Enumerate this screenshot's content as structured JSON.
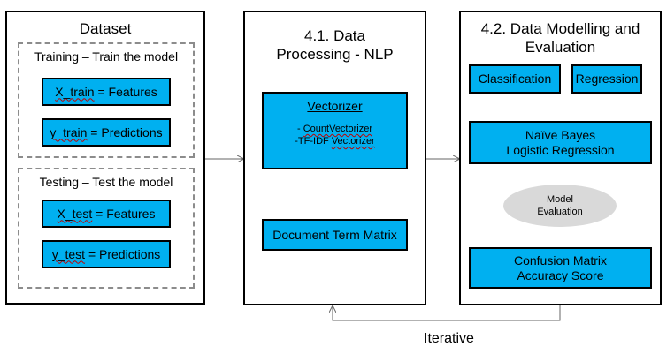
{
  "dataset": {
    "title": "Dataset",
    "training": {
      "title": "Training – Train the model",
      "x_var": "X_train",
      "x_rest": " = Features",
      "y_var": "y_train",
      "y_rest": " = Predictions"
    },
    "testing": {
      "title": "Testing – Test the model",
      "x_var": "X_test",
      "x_rest": " = Features",
      "y_var": "y_test",
      "y_rest": " = Predictions"
    }
  },
  "processing": {
    "title_line1": "4.1. Data",
    "title_line2": "Processing - NLP",
    "vectorizer": {
      "title": "Vectorizer",
      "item1_prefix": "- ",
      "item1": "CountVectorizer",
      "item2_prefix": "-TF-IDF  ",
      "item2": "Vectorizer"
    },
    "dtm": "Document Term Matrix"
  },
  "modelling": {
    "title_line1": "4.2. Data Modelling and",
    "title_line2": "Evaluation",
    "classification": "Classification",
    "regression": "Regression",
    "models_line1": "Naïve Bayes",
    "models_line2": "Logistic Regression",
    "eval_line1": "Model",
    "eval_line2": "Evaluation",
    "metrics_line1": "Confusion Matrix",
    "metrics_line2": "Accuracy Score"
  },
  "iterative_label": "Iterative",
  "colors": {
    "box_fill": "#00b0f0",
    "ellipse_fill": "#d9d9d9",
    "dashed_border": "#8c8c8c",
    "connector": "#666666"
  }
}
